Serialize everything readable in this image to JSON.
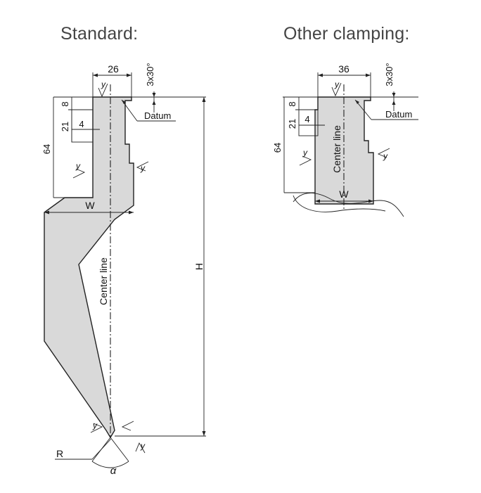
{
  "standard": {
    "title": "Standard:",
    "dims": {
      "top_width": "26",
      "chamfer": "3x30°",
      "d8": "8",
      "d21": "21",
      "d4": "4",
      "d64": "64",
      "width": "W",
      "height": "H",
      "radius": "R",
      "angle": "α"
    },
    "datum": "Datum",
    "center_line": "Center line",
    "y_marks": [
      "y",
      "y",
      "y",
      "y",
      "y"
    ]
  },
  "other": {
    "title": "Other clamping:",
    "dims": {
      "top_width": "36",
      "chamfer": "3x30°",
      "d8": "8",
      "d21": "21",
      "d4": "4",
      "d64": "64",
      "width": "W"
    },
    "datum": "Datum",
    "center_line": "Center line",
    "y_marks": [
      "y",
      "y",
      "y"
    ]
  }
}
